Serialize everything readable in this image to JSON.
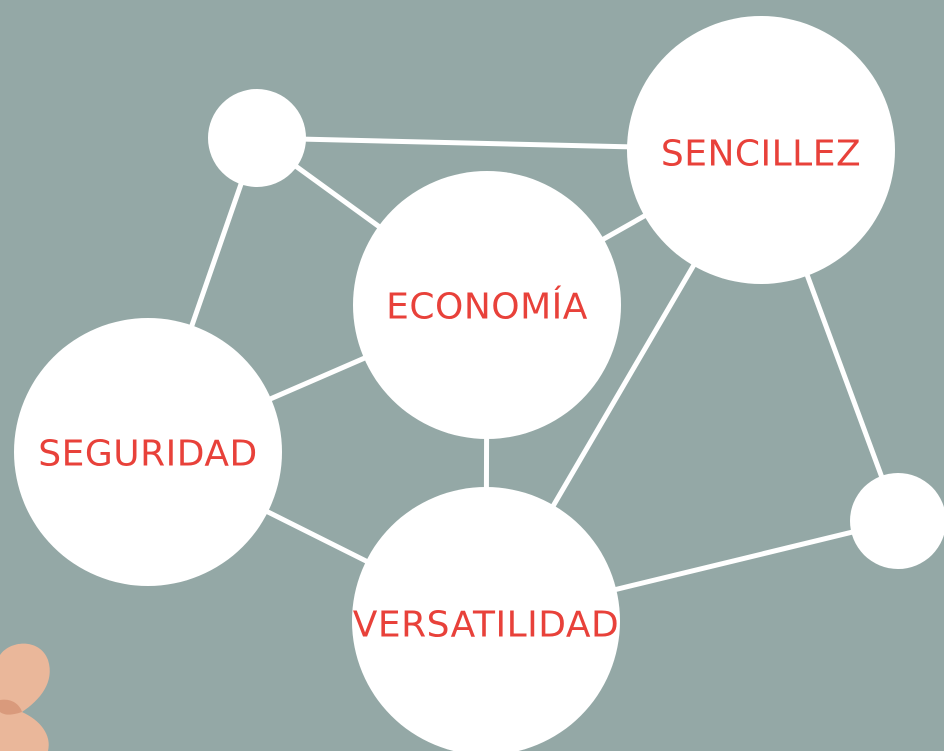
{
  "colors": {
    "background": "#94a8a6",
    "node_fill": "#ffffff",
    "edge": "#ffffff",
    "label_text": "#e8413a",
    "finger": "#eab79a"
  },
  "nodes": {
    "sencillez": {
      "label": "SENCILLEZ"
    },
    "economia": {
      "label": "ECONOMÍA"
    },
    "seguridad": {
      "label": "SEGURIDAD"
    },
    "versatilidad": {
      "label": "VERSATILIDAD"
    },
    "small_top": {
      "label": ""
    },
    "small_right": {
      "label": ""
    }
  },
  "edges": [
    {
      "from": "small_top",
      "to": "sencillez"
    },
    {
      "from": "small_top",
      "to": "economia"
    },
    {
      "from": "small_top",
      "to": "seguridad"
    },
    {
      "from": "economia",
      "to": "sencillez"
    },
    {
      "from": "economia",
      "to": "seguridad"
    },
    {
      "from": "economia",
      "to": "versatilidad"
    },
    {
      "from": "seguridad",
      "to": "versatilidad"
    },
    {
      "from": "sencillez",
      "to": "versatilidad"
    },
    {
      "from": "sencillez",
      "to": "small_right"
    },
    {
      "from": "versatilidad",
      "to": "small_right"
    }
  ]
}
